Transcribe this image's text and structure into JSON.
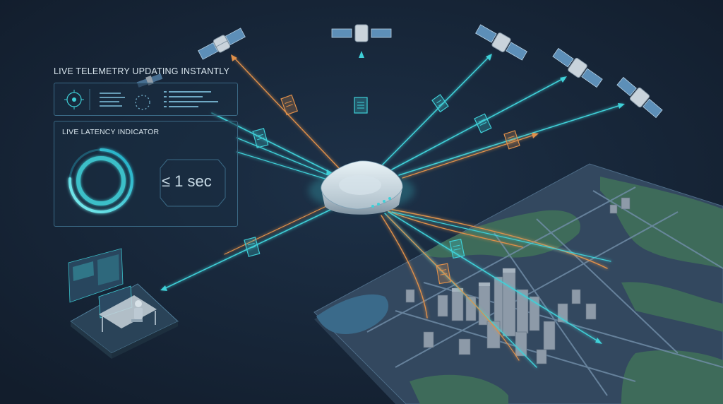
{
  "telemetry": {
    "title": "LIVE TELEMETRY UPDATING INSTANTLY"
  },
  "latency": {
    "title": "LIVE LATENCY INDICATOR",
    "value": "≤ 1 sec"
  },
  "colors": {
    "background": "#17263a",
    "cyan_link": "#3fd0d8",
    "orange_link": "#e0904a",
    "panel_border": "#3b6a86",
    "land": "#3e6b5a",
    "water": "#3a6a8a",
    "map_base": "#33485f"
  },
  "icons": {
    "satellites": [
      "satellite-icon",
      "satellite-icon",
      "satellite-icon",
      "satellite-icon",
      "satellite-icon"
    ],
    "hub": "router-hub-icon",
    "workstation": "workstation-desk-icon",
    "vehicles": [
      "tractor-icon",
      "combine-harvester-icon",
      "car-icon",
      "van-icon",
      "autonomous-car-icon"
    ],
    "packets": "data-packet-icon"
  }
}
